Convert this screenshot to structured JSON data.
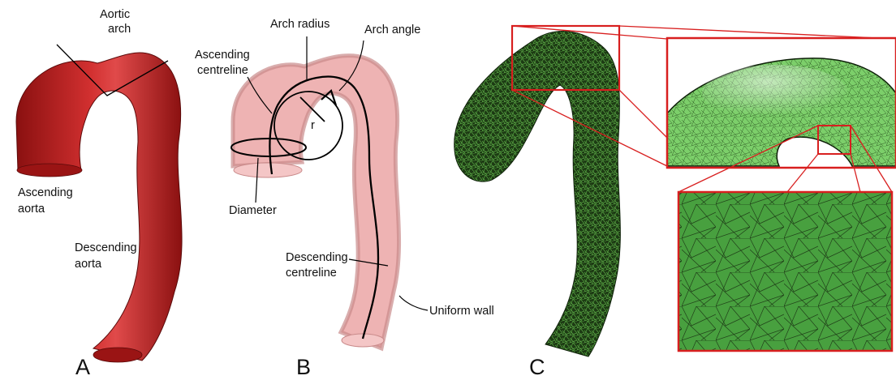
{
  "colors": {
    "aorta_red": "#b81c1c",
    "aorta_highlight": "#e04a4a",
    "translucent_pink": "#e89a9a",
    "translucent_wall": "#c98a8a",
    "mesh_dark": "#1d3b14",
    "mesh_green": "#5aa845",
    "zoom_box": "#d81f1f"
  },
  "panels": {
    "a": {
      "letter": "A",
      "labels": {
        "aortic_arch_line1": "Aortic",
        "aortic_arch_line2": "arch",
        "ascending_line1": "Ascending",
        "ascending_line2": "aorta",
        "descending_line1": "Descending",
        "descending_line2": "aorta"
      }
    },
    "b": {
      "letter": "B",
      "labels": {
        "arch_radius": "Arch radius",
        "arch_angle": "Arch angle",
        "ascending_centreline_line1": "Ascending",
        "ascending_centreline_line2": "centreline",
        "radius_symbol": "r",
        "diameter": "Diameter",
        "descending_centreline_line1": "Descending",
        "descending_centreline_line2": "centreline",
        "uniform_wall": "Uniform wall"
      }
    },
    "c": {
      "letter": "C"
    }
  },
  "icons": [
    "aorta-model",
    "translucent-aorta-model",
    "meshed-aorta-model",
    "mesh-zoom-inset"
  ]
}
